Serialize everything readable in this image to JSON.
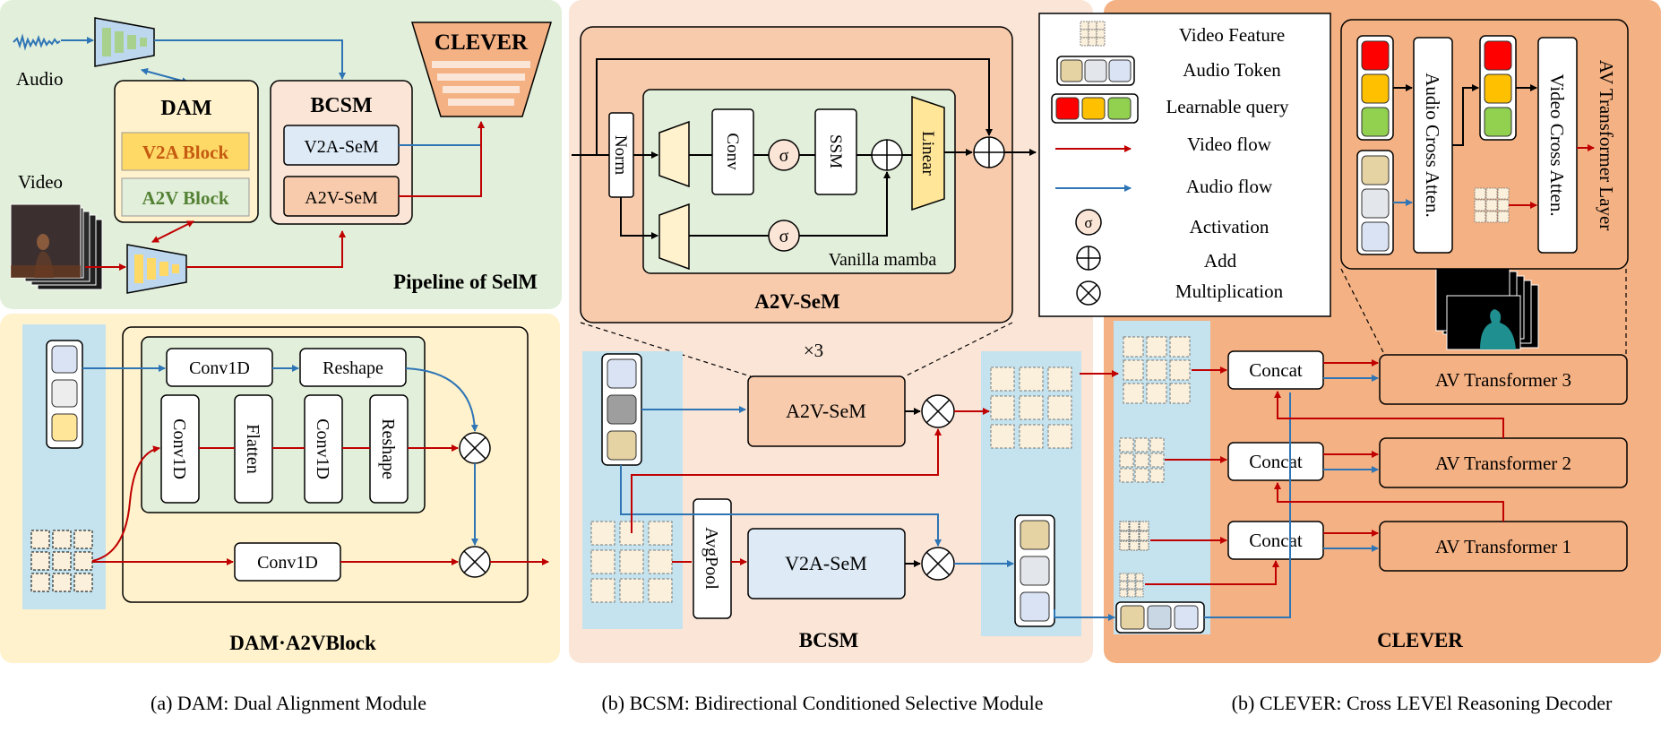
{
  "pipeline": {
    "title": "Pipeline of SelM",
    "audio_label": "Audio",
    "video_label": "Video",
    "dam": "DAM",
    "v2a_block": "V2A Block",
    "a2v_block": "A2V Block",
    "bcsm": "BCSM",
    "v2a_sem": "V2A-SeM",
    "a2v_sem": "A2V-SeM",
    "clever": "CLEVER"
  },
  "dam_block": {
    "title": "DAM·A2VBlock",
    "conv1d": "Conv1D",
    "reshape": "Reshape",
    "flatten": "Flatten"
  },
  "a2v_sem_detail": {
    "title": "A2V-SeM",
    "norm": "Norm",
    "conv": "Conv",
    "ssm": "SSM",
    "linear": "Linear",
    "sigma": "σ",
    "vanilla_mamba": "Vanilla mamba",
    "repeat": "×3"
  },
  "legend": {
    "items": [
      "Video Feature",
      "Audio Token",
      "Learnable query",
      "Video flow",
      "Audio flow",
      "Activation",
      "Add",
      "Multiplication"
    ]
  },
  "bcsm_block": {
    "title": "BCSM",
    "a2v_sem": "A2V-SeM",
    "v2a_sem": "V2A-SeM",
    "avgpool": "AvgPool"
  },
  "clever_block": {
    "title": "CLEVER",
    "concat": "Concat",
    "av_t3": "AV Transformer 3",
    "av_t2": "AV Transformer 2",
    "av_t1": "AV Transformer 1",
    "av_layer": "AV Transformer Layer",
    "audio_cross": "Audio Cross Atten.",
    "video_cross": "Video Cross Atten."
  },
  "captions": {
    "a": "(a) DAM: Dual Alignment Module",
    "b": "(b) BCSM: Bidirectional Conditioned Selective Module",
    "c": "(b) CLEVER: Cross LEVEl Reasoning Decoder"
  },
  "colors": {
    "video_flow": "#c00000",
    "audio_flow": "#2e75b6",
    "pipeline_bg": "#e2efda",
    "dam_bg": "#fff2cc",
    "bcsm_bg": "#fbe5d6",
    "clever_bg": "#f4b183",
    "sem_detail_bg": "#f8cbad"
  }
}
